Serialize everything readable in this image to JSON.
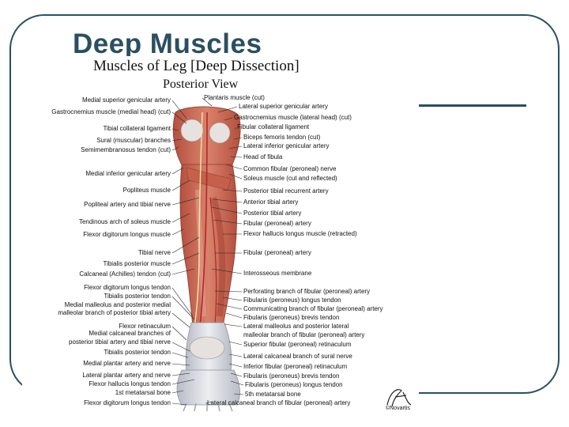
{
  "slide": {
    "title": "Deep Muscles"
  },
  "plate": {
    "title": "Muscles of Leg [Deep Dissection]",
    "subtitle": "Posterior View",
    "copyright": "©Novartis",
    "signature": "F. Netter"
  },
  "colors": {
    "frame": "#2a4f62",
    "title": "#2a4f62",
    "muscle": "#cf6f5a",
    "tendon": "#dcdde2"
  },
  "labels_left": [
    "Medial superior genicular artery",
    "Gastrocnemius muscle (medial head) (cut)",
    "Tibial collateral ligament",
    "Sural (muscular) branches",
    "Semimembranosus tendon (cut)",
    "Medial inferior genicular artery",
    "Popliteus muscle",
    "Popliteal artery and tibial nerve",
    "Tendinous arch of soleus muscle",
    "Flexor digitorum longus muscle",
    "Tibial nerve",
    "Tibialis posterior muscle",
    "Calcaneal (Achilles) tendon (cut)",
    "Flexor digitorum longus tendon",
    "Tibialis posterior tendon",
    "Medial malleolus and posterior medial",
    "malleolar branch of posterior tibial artery",
    "Flexor retinaculum",
    "Medial calcaneal branches of",
    "posterior tibial artery and tibial nerve",
    "Tibialis posterior tendon",
    "Medial plantar artery and nerve",
    "Lateral plantar artery and nerve",
    "Flexor hallucis longus tendon",
    "1st metatarsal bone",
    "Flexor digitorum longus tendon"
  ],
  "labels_right": [
    "Plantaris muscle (cut)",
    "Lateral superior genicular artery",
    "Gastrocnemius muscle (lateral head) (cut)",
    "Fibular collateral ligament",
    "Biceps femoris tendon (cut)",
    "Lateral inferior genicular artery",
    "Head of fibula",
    "Common fibular (peroneal) nerve",
    "Soleus muscle (cut and reflected)",
    "Posterior tibial recurrent artery",
    "Anterior tibial artery",
    "Posterior tibial artery",
    "Fibular (peroneal) artery",
    "Flexor hallucis longus muscle (retracted)",
    "Fibular (peroneal) artery",
    "Interosseous membrane",
    "Perforating branch of fibular (peroneal) artery",
    "Fibularis (peroneus) longus tendon",
    "Communicating branch of fibular (peroneal) artery",
    "Fibularis (peroneus) brevis tendon",
    "Lateral malleolus and posterior lateral",
    "malleolar branch of fibular (peroneal) artery",
    "Superior fibular (peroneal) retinaculum",
    "Lateral calcaneal branch of sural nerve",
    "Inferior fibular (peroneal) retinaculum",
    "Fibularis (peroneus) brevis tendon",
    "Fibularis (peroneus) longus tendon",
    "5th metatarsal bone",
    "Lateral calcaneal branch of fibular (peroneal) artery"
  ]
}
